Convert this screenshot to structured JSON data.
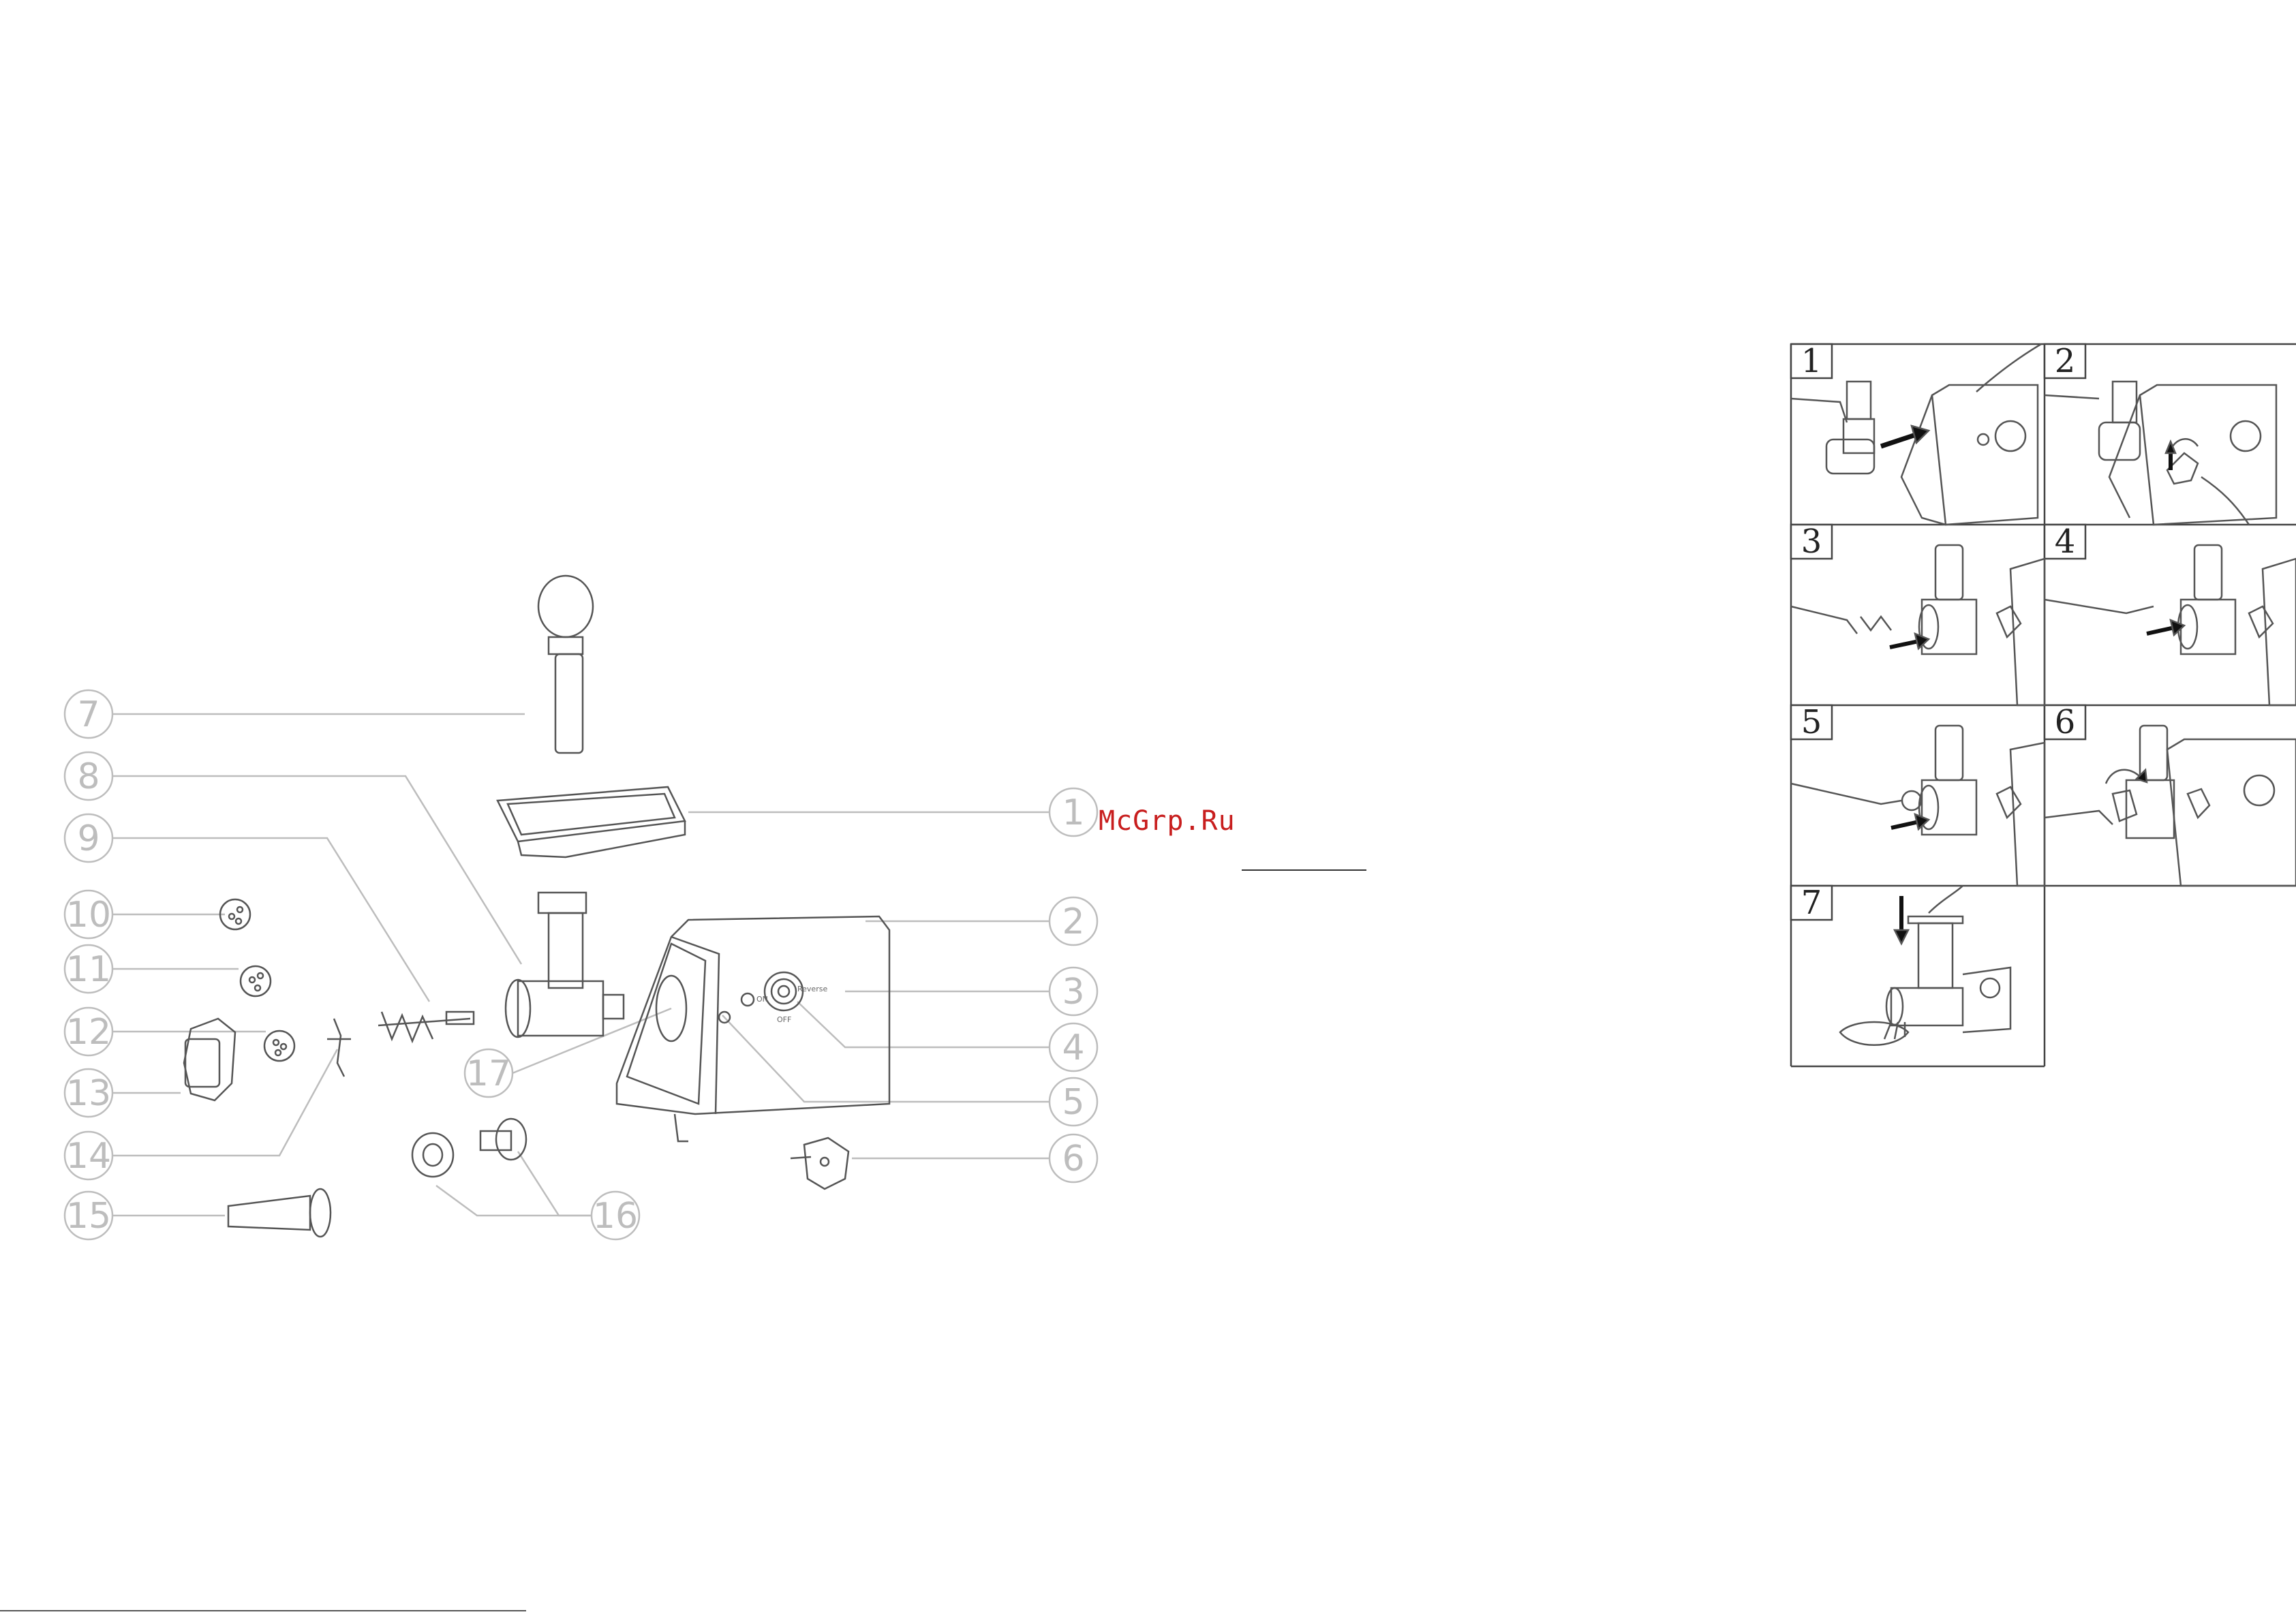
{
  "watermark": {
    "text": "McGrp.Ru",
    "color": "#c81e1e"
  },
  "exploded_view": {
    "callouts": [
      "1",
      "2",
      "3",
      "4",
      "5",
      "6",
      "7",
      "8",
      "9",
      "10",
      "11",
      "12",
      "13",
      "14",
      "15",
      "16",
      "17"
    ]
  },
  "panel_labels": {
    "on_label": "ON",
    "off_label": "OFF",
    "reverse_label": "Reverse"
  },
  "steps": {
    "labels": [
      "1",
      "2",
      "3",
      "4",
      "5",
      "6",
      "7"
    ]
  }
}
